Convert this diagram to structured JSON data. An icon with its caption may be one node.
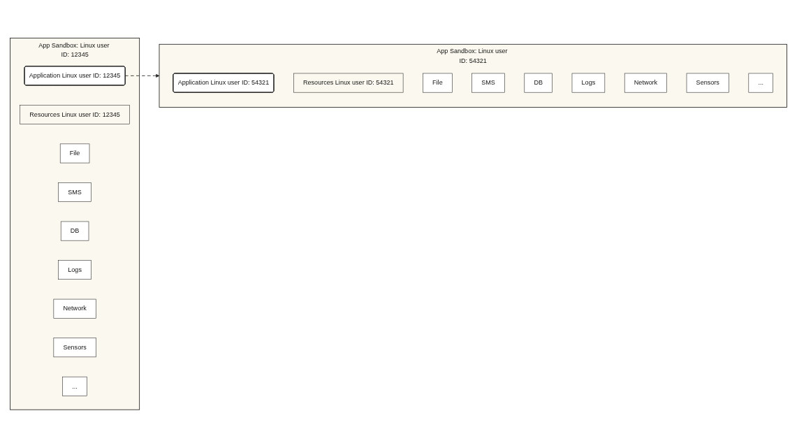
{
  "diagram": {
    "nodes": [
      {
        "text": [
          "App Sandbox: Linux user ID: 12345"
        ]
      },
      {
        "text": [
          "Application Linux user ID: 12345"
        ],
        "in": 0
      },
      {
        "text": [
          "Resources Linux user ID: 12345"
        ],
        "in": 0
      },
      {
        "text": [
          "File"
        ],
        "in": 0
      },
      {
        "text": [
          "SMS"
        ],
        "in": 0
      },
      {
        "text": [
          "DB"
        ],
        "in": 0
      },
      {
        "text": [
          "Logs"
        ],
        "in": 0
      },
      {
        "text": [
          "Network"
        ],
        "in": 0
      },
      {
        "text": [
          "Sensors"
        ],
        "in": 0
      },
      {
        "text": [
          "..."
        ],
        "in": 0
      },
      {
        "text": [
          "App Sandbox: Linux user ID: 54321"
        ]
      },
      {
        "text": [
          "Application Linux user ID: 54321"
        ],
        "in": 10
      },
      {
        "text": [
          "Resources Linux user ID: 54321"
        ],
        "in": 10
      },
      {
        "text": [
          "File"
        ],
        "in": 10
      },
      {
        "text": [
          "SMS"
        ],
        "in": 10
      },
      {
        "text": [
          "DB"
        ],
        "in": 10
      },
      {
        "text": [
          "Logs"
        ],
        "in": 10
      },
      {
        "text": [
          "Network"
        ],
        "in": 10
      },
      {
        "text": [
          "Sensors"
        ],
        "in": 10
      },
      {
        "text": [
          "..."
        ],
        "in": 10
      }
    ],
    "edges": [
      {
        "from": 1,
        "to": 10,
        "arrow": "to",
        "style": "dashed"
      }
    ]
  }
}
